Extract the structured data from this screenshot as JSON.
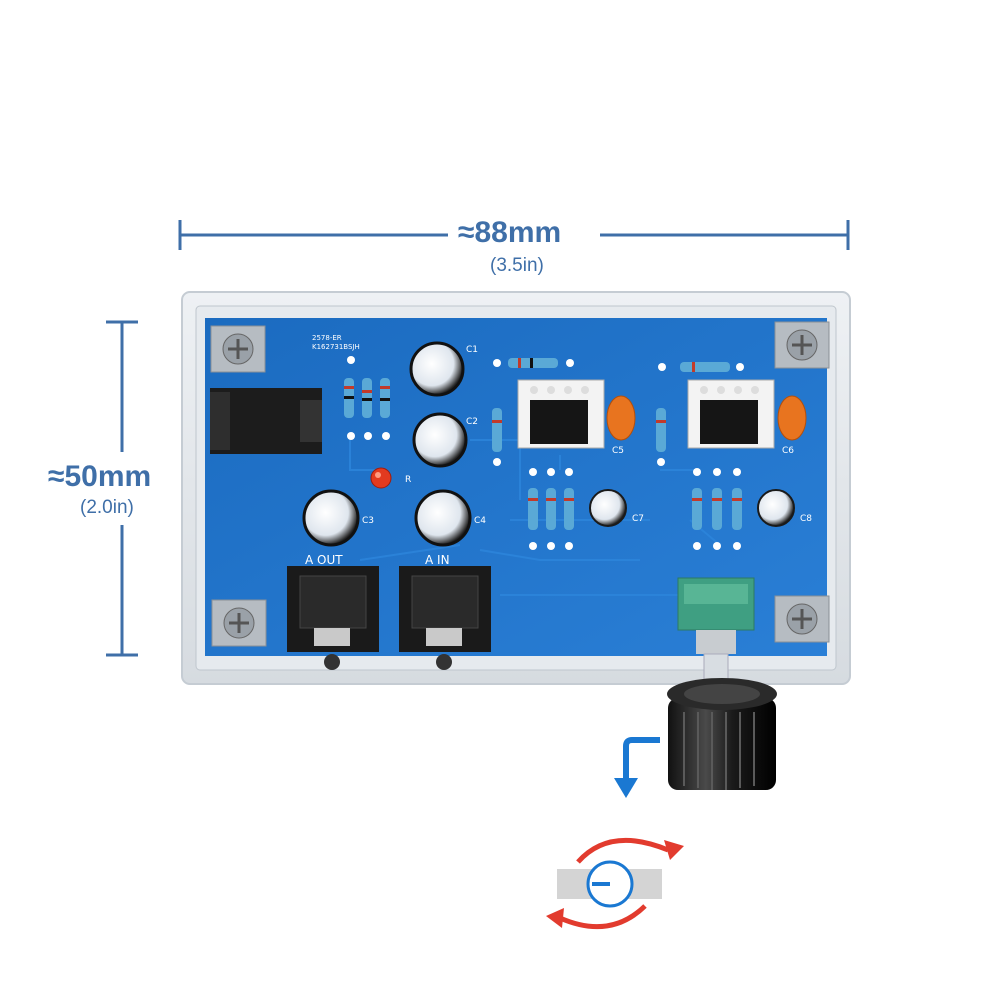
{
  "dimensions": {
    "width_label": "≈88mm",
    "width_sub": "(3.5in)",
    "height_label": "≈50mm",
    "height_sub": "(2.0in)"
  },
  "board": {
    "model_line1": "2578-ER",
    "model_line2": "K162731BSJH",
    "labels": {
      "c1": "C1",
      "c2": "C2",
      "c3": "C3",
      "c4": "C4",
      "c5": "C5",
      "c6": "C6",
      "c7": "C7",
      "c8": "C8",
      "led": "R",
      "out": "A OUT",
      "in": "A IN"
    }
  },
  "colors": {
    "dimension": "#3f6fa8",
    "pcb": "#1f6fc4",
    "arrow_red": "#e23b2e",
    "arrow_blue": "#1a78d2"
  }
}
